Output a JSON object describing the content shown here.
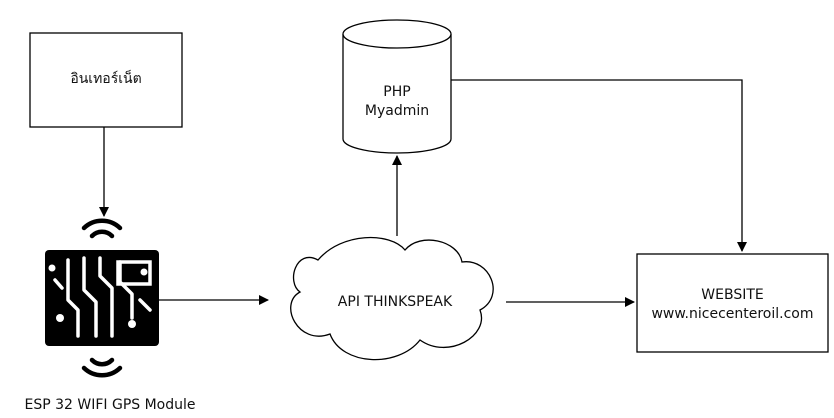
{
  "nodes": {
    "internet": {
      "label": "อินเทอร์เน็ต"
    },
    "database": {
      "line1": "PHP",
      "line2": "Myadmin"
    },
    "cloud": {
      "label": "API THINKSPEAK"
    },
    "website": {
      "line1": "WEBSITE",
      "line2": "www.nicecenteroil.com"
    },
    "esp": {
      "label": "ESP 32 WIFI GPS Module"
    }
  },
  "icons": {
    "esp_device": "circuit-board-icon",
    "wireless": "wifi-signal-icon"
  },
  "colors": {
    "stroke": "#000000",
    "fill": "#ffffff"
  }
}
